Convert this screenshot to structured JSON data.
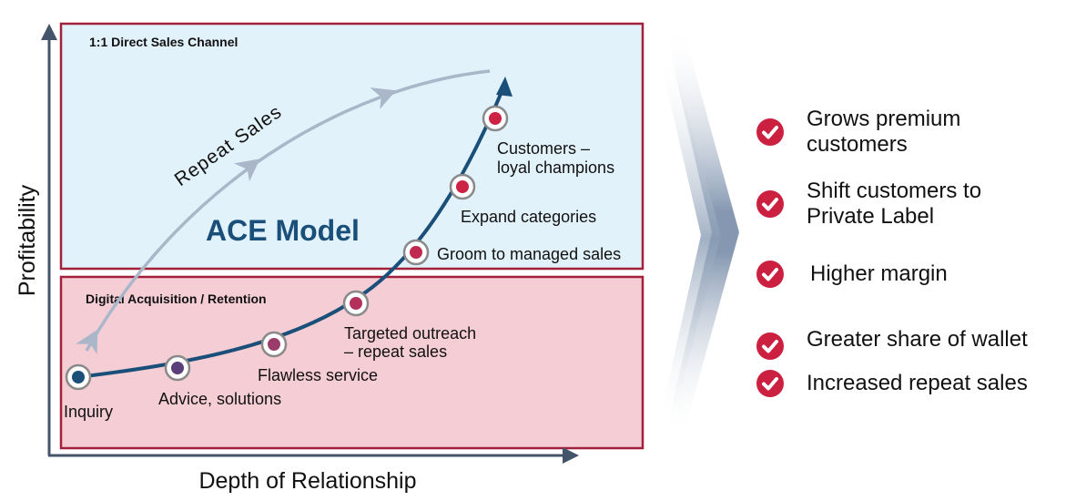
{
  "diagram": {
    "title": "ACE Model",
    "axes": {
      "y_label": "Profitability",
      "x_label": "Depth of Relationship"
    },
    "zones": [
      {
        "id": "direct",
        "title": "1:1 Direct Sales Channel",
        "fill": "#e2f2fa",
        "border": "#a3203a"
      },
      {
        "id": "digital",
        "title": "Digital Acquisition / Retention",
        "fill": "#f5cdd5",
        "border": "#a3203a"
      }
    ],
    "curve_color": "#1a4f7a",
    "return_arc": {
      "label": "Repeat Sales",
      "color": "#aab7c9"
    },
    "stages": [
      {
        "label": "Inquiry",
        "dot_color": "#1a4f7a"
      },
      {
        "label": "Advice, solutions",
        "dot_color": "#5a3f78"
      },
      {
        "label": "Flawless service",
        "dot_color": "#9a3d6a"
      },
      {
        "label_lines": [
          "Targeted outreach",
          "– repeat sales"
        ],
        "dot_color": "#b2305a"
      },
      {
        "label": "Groom to managed sales",
        "dot_color": "#c02a50"
      },
      {
        "label": "Expand categories",
        "dot_color": "#cc2244"
      },
      {
        "label_lines": [
          "Customers –",
          "loyal champions"
        ],
        "dot_color": "#cc2244"
      }
    ]
  },
  "benefits": {
    "check_color": "#cc2040",
    "items": [
      "Grows premium\ncustomers",
      "Shift customers to\nPrivate Label",
      "Higher margin",
      "Greater share of wallet",
      "Increased repeat sales"
    ]
  }
}
